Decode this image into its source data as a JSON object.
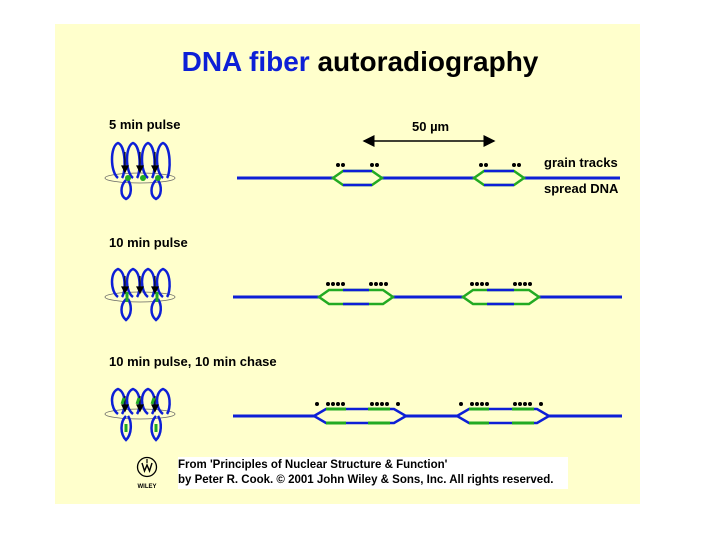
{
  "title": {
    "part1": "DNA fiber",
    "part2": "autoradiography"
  },
  "panels": [
    {
      "label": "5 min pulse"
    },
    {
      "label": "10 min pulse"
    },
    {
      "label": "10 min pulse, 10 min chase"
    }
  ],
  "scale_label": "50 µm",
  "legend": {
    "grain_tracks": "grain tracks",
    "spread_dna": "spread DNA"
  },
  "credit": {
    "line1": "From 'Principles of Nuclear Structure & Function'",
    "line2": "by Peter R. Cook.  © 2001 John Wiley & Sons, Inc.  All rights reserved."
  },
  "publisher_logo_text": "WILEY",
  "colors": {
    "dna": "#0d1fd6",
    "label": "#22aa22",
    "grain": "#000000",
    "background": "#ffffcc"
  }
}
